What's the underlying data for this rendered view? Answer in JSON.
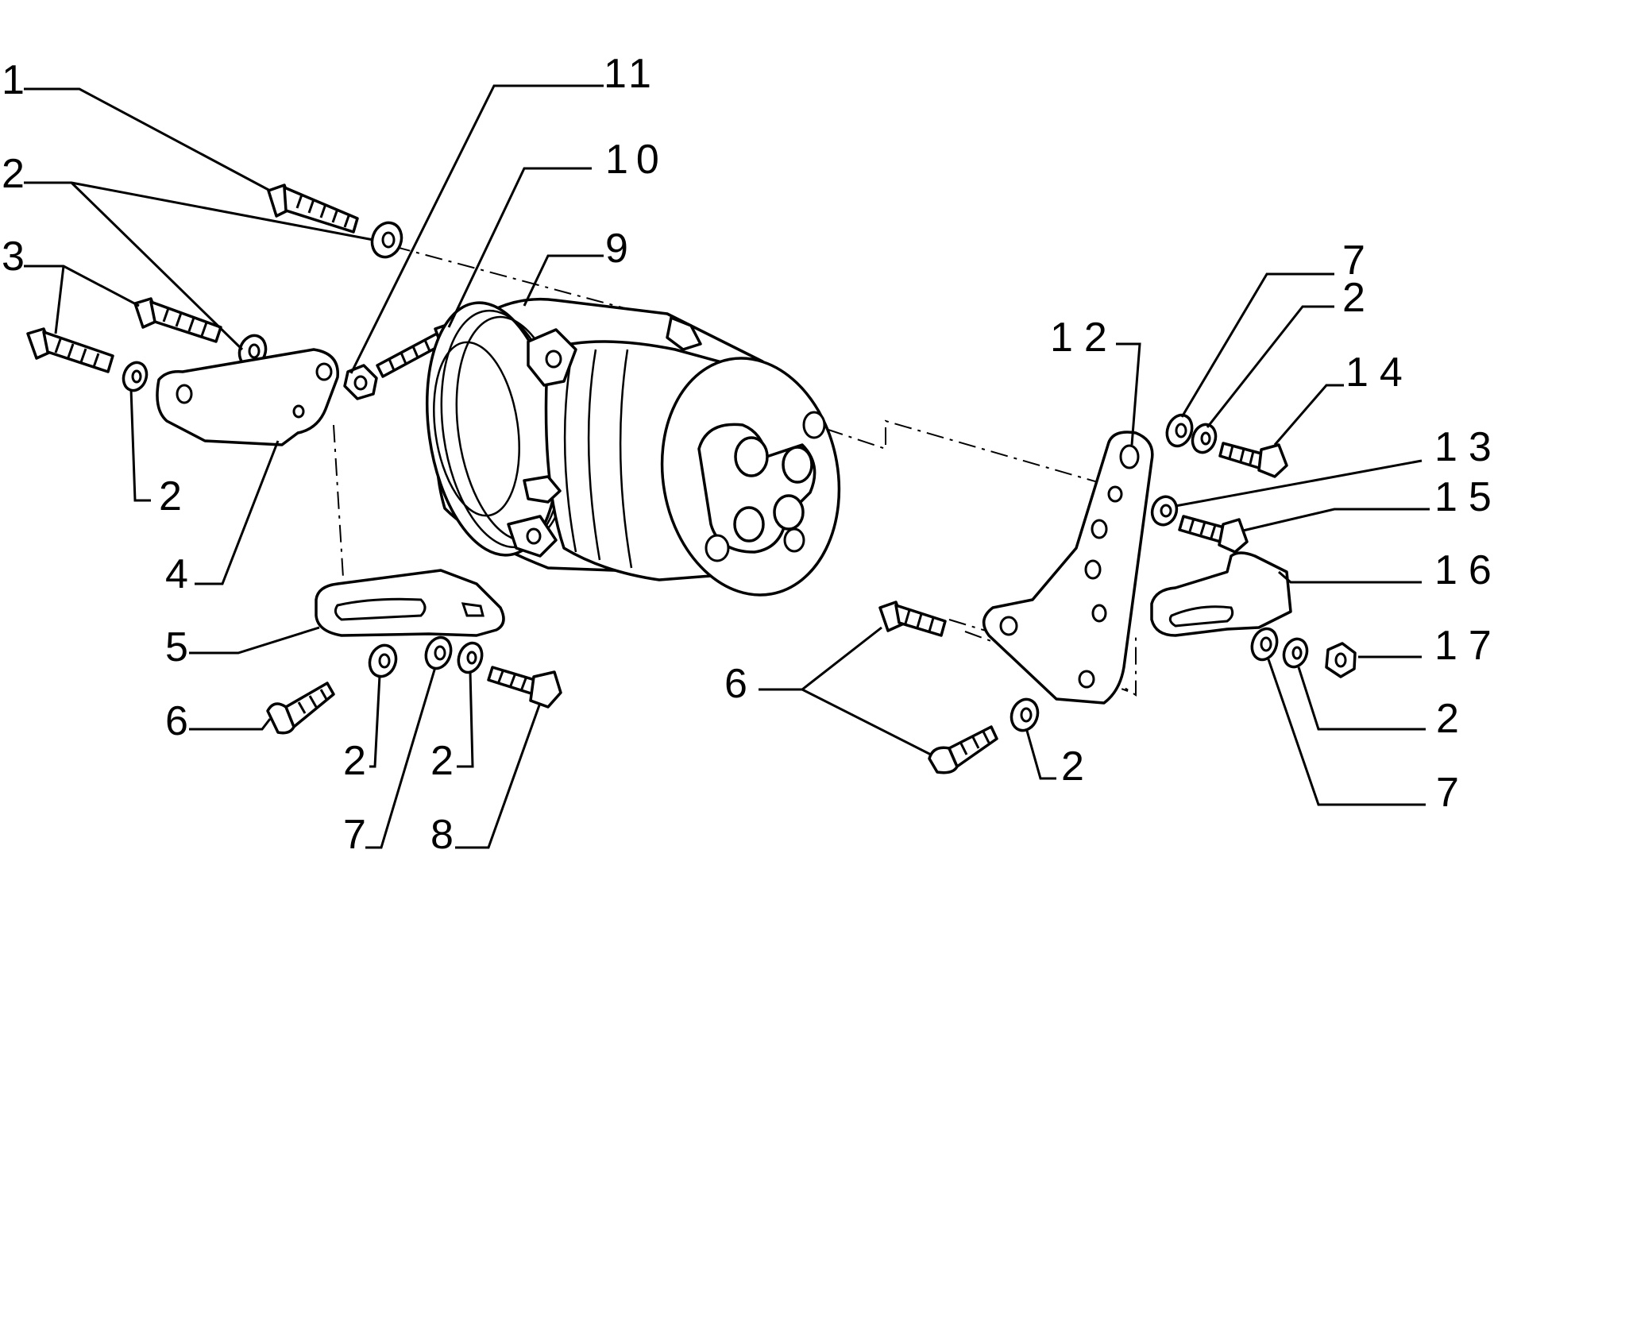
{
  "diagram": {
    "callouts": [
      {
        "id": "c1",
        "text": "1"
      },
      {
        "id": "c2a",
        "text": "2"
      },
      {
        "id": "c3",
        "text": "3"
      },
      {
        "id": "c2b",
        "text": "2"
      },
      {
        "id": "c4",
        "text": "4"
      },
      {
        "id": "c5",
        "text": "5"
      },
      {
        "id": "c6a",
        "text": "6"
      },
      {
        "id": "c2c",
        "text": "2"
      },
      {
        "id": "c2d",
        "text": "2"
      },
      {
        "id": "c7a",
        "text": "7"
      },
      {
        "id": "c8",
        "text": "8"
      },
      {
        "id": "c11",
        "text": "11"
      },
      {
        "id": "c10",
        "text": "10"
      },
      {
        "id": "c9",
        "text": "9"
      },
      {
        "id": "c12",
        "text": "12"
      },
      {
        "id": "c7b",
        "text": "7"
      },
      {
        "id": "c2e",
        "text": "2"
      },
      {
        "id": "c14",
        "text": "14"
      },
      {
        "id": "c13",
        "text": "13"
      },
      {
        "id": "c15",
        "text": "15"
      },
      {
        "id": "c16",
        "text": "16"
      },
      {
        "id": "c17",
        "text": "17"
      },
      {
        "id": "c2f",
        "text": "2"
      },
      {
        "id": "c7c",
        "text": "7"
      },
      {
        "id": "c6b",
        "text": "6"
      },
      {
        "id": "c2g",
        "text": "2"
      }
    ]
  }
}
